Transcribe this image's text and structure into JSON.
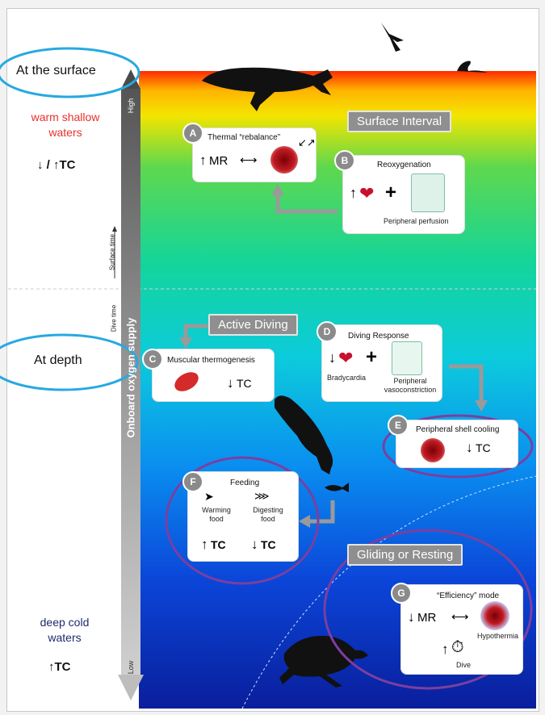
{
  "labels": {
    "surface_label": "At the surface",
    "depth_label": "At depth",
    "warm_waters": "warm shallow waters",
    "cold_waters": "deep cold waters",
    "tc_surface": "↓ / ↑TC",
    "tc_deep": "↑TC",
    "axis_label": "Onboard oxygen supply",
    "axis_high": "High",
    "axis_low": "Low",
    "surface_time": "Surface time",
    "dive_time": "Dive time"
  },
  "phases": {
    "surface_interval": "Surface Interval",
    "active_diving": "Active Diving",
    "gliding_resting": "Gliding or Resting"
  },
  "cards": {
    "a": {
      "letter": "A",
      "title": "Thermal “rebalance”",
      "mr": "MR"
    },
    "b": {
      "letter": "B",
      "title": "Reoxygenation",
      "sub": "Peripheral perfusion"
    },
    "c": {
      "letter": "C",
      "title": "Muscular thermogenesis",
      "tc": "TC"
    },
    "d": {
      "letter": "D",
      "title": "Diving Response",
      "brady": "Bradycardia",
      "vaso": "Peripheral vasoconstriction"
    },
    "e": {
      "letter": "E",
      "title": "Peripheral shell cooling",
      "tc": "TC"
    },
    "f": {
      "letter": "F",
      "title": "Feeding",
      "warming": "Warming food",
      "digesting": "Digesting food",
      "tc1": "TC",
      "tc2": "TC"
    },
    "g": {
      "letter": "G",
      "title": "“Efficiency” mode",
      "mr": "MR",
      "hypo": "Hypothermia",
      "dive": "Dive"
    }
  },
  "colors": {
    "warm_text": "#e8312a",
    "cold_text": "#1f2a6b",
    "highlight_circle": "#27a9e1",
    "purple_circle": "#7b3fa0"
  }
}
